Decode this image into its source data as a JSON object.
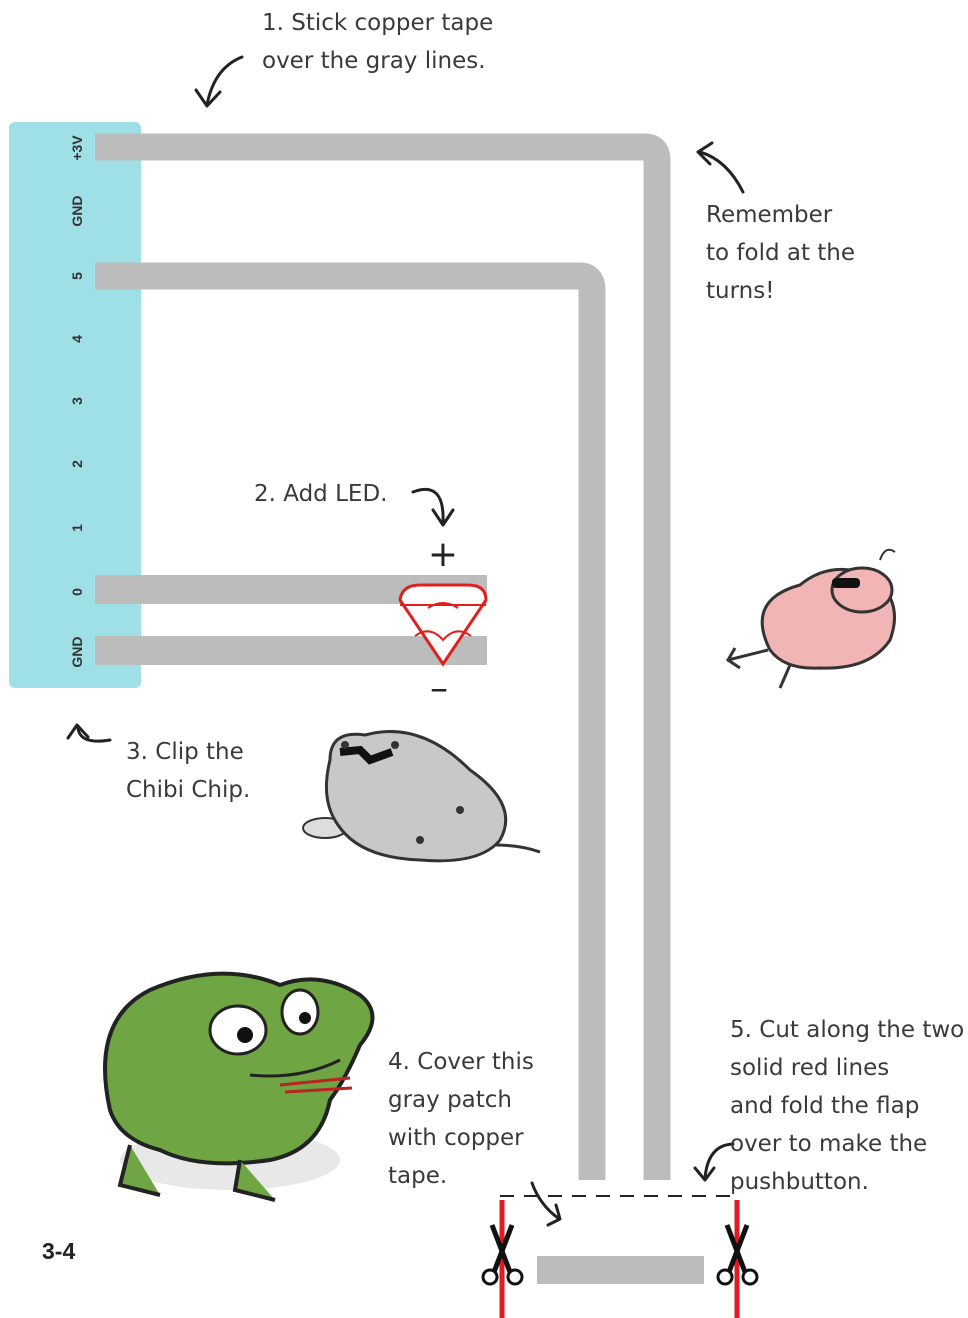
{
  "colors": {
    "chip": "#9fdfe6",
    "trace": "#bcbcbc",
    "red": "#e11b22",
    "led_outline": "#e0201f",
    "frog": "#6fa542",
    "pink_critter": "#f2b5b5",
    "gray_critter": "#c8c8c8"
  },
  "chip": {
    "pins": [
      "+3V",
      "GND",
      "5",
      "4",
      "3",
      "2",
      "1",
      "0",
      "GND"
    ]
  },
  "led": {
    "plus": "+",
    "minus": "–"
  },
  "notes": {
    "step1": "1. Stick copper tape\n   over the gray lines.",
    "remember": "Remember\nto fold at the\nturns!",
    "step2": "2. Add LED.",
    "step3": "3. Clip the\n   Chibi Chip.",
    "step4": "4. Cover this\n   gray patch\n   with copper\n   tape.",
    "step5": "5. Cut along the two\n   solid red lines\n   and fold the flap\n   over to make the\n   pushbutton."
  },
  "icons": [
    "arrow-icon",
    "scissors-icon",
    "frog-illustration",
    "pink-critter-illustration",
    "gray-critter-illustration"
  ],
  "page_number": "3-4"
}
